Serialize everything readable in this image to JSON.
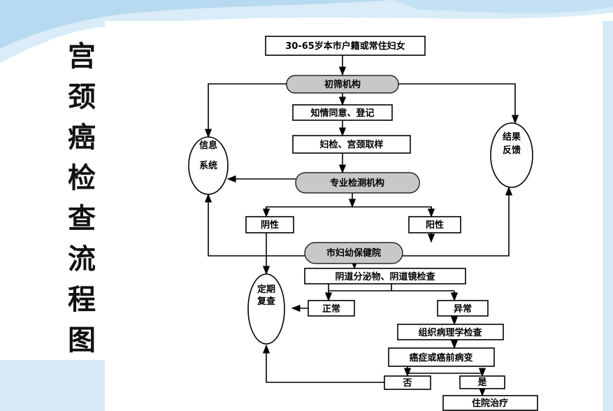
{
  "title_chars": [
    "宫",
    "颈",
    "癌",
    "检",
    "查",
    "流",
    "程",
    "图"
  ],
  "nodes": {
    "target": "30-65岁本市户籍或常住妇女",
    "screening": "初筛机构",
    "consent": "知情同意、登记",
    "sampling": "妇检、宫颈取样",
    "lab": "专业检测机构",
    "negative": "阴性",
    "positive": "阳性",
    "hospital": "市妇幼保健院",
    "exam": "阴道分泌物、阴道镜检查",
    "normal": "正常",
    "abnormal": "异常",
    "pathology": "组织病理学检查",
    "lesion": "癌症或癌前病变",
    "no": "否",
    "yes": "是",
    "treatment": "住院治疗",
    "info_line1": "信息",
    "info_line2": "系统",
    "feedback_line1": "结果",
    "feedback_line2": "反馈",
    "recheck_line1": "定期",
    "recheck_line2": "复查"
  },
  "colors": {
    "pill_fill": "#c8c8c8",
    "background_swoosh": "#a9d3ec"
  }
}
